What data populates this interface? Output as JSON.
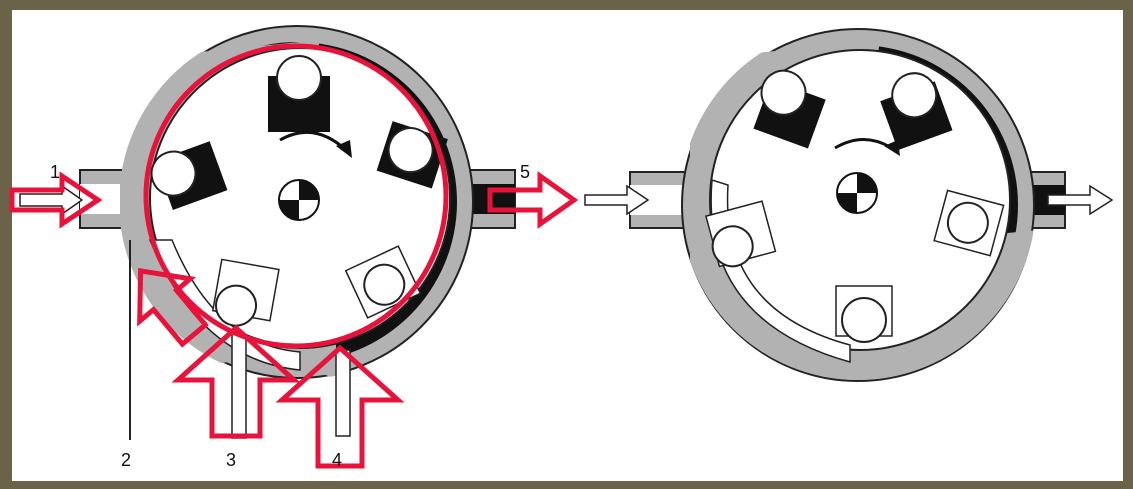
{
  "diagram": {
    "labels": {
      "port_1": "1",
      "port_2": "2",
      "port_3": "3",
      "port_4": "4",
      "port_5": "5"
    },
    "colors": {
      "frame": "#6b6349",
      "paper": "#ffffff",
      "housing": "#b2b2b2",
      "fill": "#111111",
      "annotation": "#e8133b"
    },
    "icons": {
      "rotation": "curved-arrow-clockwise-icon",
      "center": "quartered-circle-icon",
      "flow": "hollow-arrow-icon",
      "highlight": "hollow-block-arrow-icon"
    }
  }
}
